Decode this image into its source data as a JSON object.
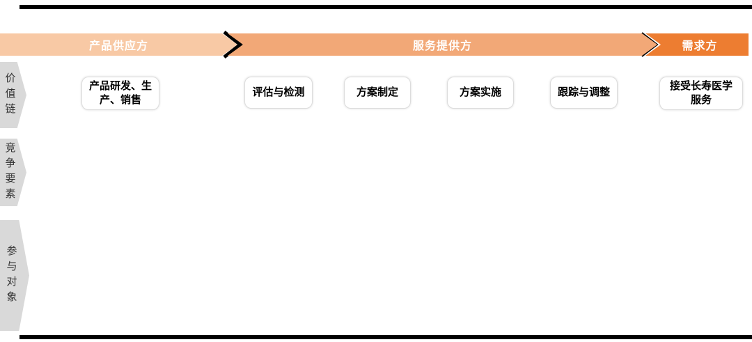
{
  "header_arrows": [
    {
      "id": "product-supplier",
      "label": "产品供应方",
      "color": "#F8C9A5",
      "text_color": "#FFFFFF"
    },
    {
      "id": "service-provider",
      "label": "服务提供方",
      "color": "#F2A877",
      "text_color": "#FFFFFF"
    },
    {
      "id": "demand-side",
      "label": "需求方",
      "color": "#ED7D31",
      "text_color": "#FFFFFF"
    }
  ],
  "row_labels": [
    {
      "id": "value-chain",
      "label": "价值链",
      "color": "#D9D9D9"
    },
    {
      "id": "competitive-factors",
      "label": "竞争要素",
      "color": "#D9D9D9"
    },
    {
      "id": "participants",
      "label": "参与对象",
      "color": "#D9D9D9"
    }
  ],
  "value_chain_steps": [
    {
      "label": "产品研发、生\n产、销售",
      "column": "产品供应方"
    },
    {
      "label": "评估与检测",
      "column": "服务提供方"
    },
    {
      "label": "方案制定",
      "column": "服务提供方"
    },
    {
      "label": "方案实施",
      "column": "服务提供方"
    },
    {
      "label": "跟踪与调整",
      "column": "服务提供方"
    },
    {
      "label": "接受长寿医学\n服务",
      "column": "需求方"
    }
  ],
  "colors": {
    "supplier_banner": "#F8C9A5",
    "service_banner": "#F2A877",
    "demand_banner": "#ED7D31",
    "row_label_background": "#D9D9D9",
    "separator": "#000000",
    "card_background": "#FFFFFF",
    "border_bars": "#000000"
  }
}
